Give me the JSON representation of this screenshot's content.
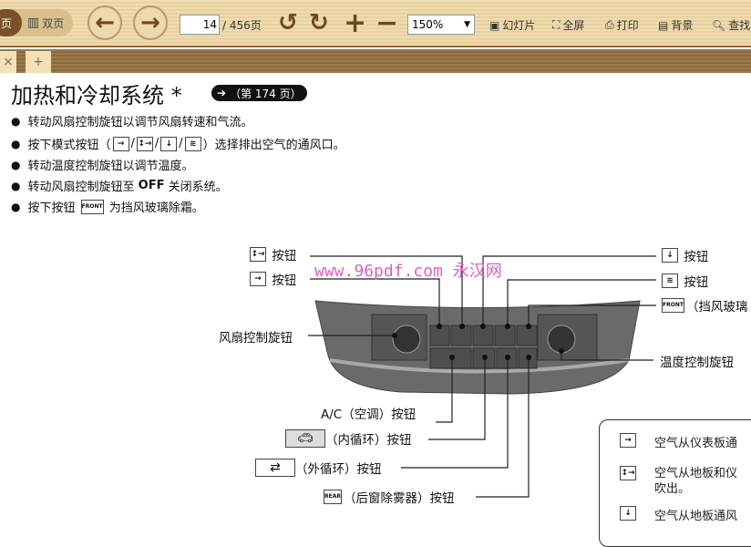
{
  "toolbar": {
    "single_page": "页",
    "double_page": "双页",
    "page_current": "14",
    "page_total": "/ 456页",
    "zoom": "150%",
    "slideshow": "幻灯片",
    "fullscreen": "全屏",
    "print": "打印",
    "background": "背景",
    "find": "查找"
  },
  "tabs": {
    "close": "×",
    "add": "+"
  },
  "doc": {
    "title": "加热和冷却系统 *",
    "ref": "（第 174 页）",
    "bullets": [
      "转动风扇控制旋钮以调节风扇转速和气流。",
      "按下模式按钮（",
      "）选择排出空气的通风口。",
      "转动温度控制旋钮以调节温度。",
      "转动风扇控制旋钮至",
      "OFF",
      "关闭系统。",
      "按下按钮",
      "为挡风玻璃除霜。"
    ],
    "icons": {
      "dash": "→",
      "floor_dash": "↕→",
      "floor": "↓",
      "floor_defrost": "≋",
      "front": "FRONT",
      "rear": "REAR"
    },
    "labels": {
      "button": "按钮",
      "front_defrost": "（挡风玻璃",
      "fan_knob": "风扇控制旋钮",
      "temp_knob": "温度控制旋钮",
      "ac": "A/C（空调）按钮",
      "recirc": "（内循环）按钮",
      "fresh": "（外循环）按钮",
      "rear_defrost": "（后窗除雾器）按钮"
    },
    "watermark": "www.96pdf.com 永汉网",
    "legend": [
      "空气从仪表板通",
      "空气从地板和仪",
      "吹出。",
      "空气从地板通风"
    ]
  }
}
